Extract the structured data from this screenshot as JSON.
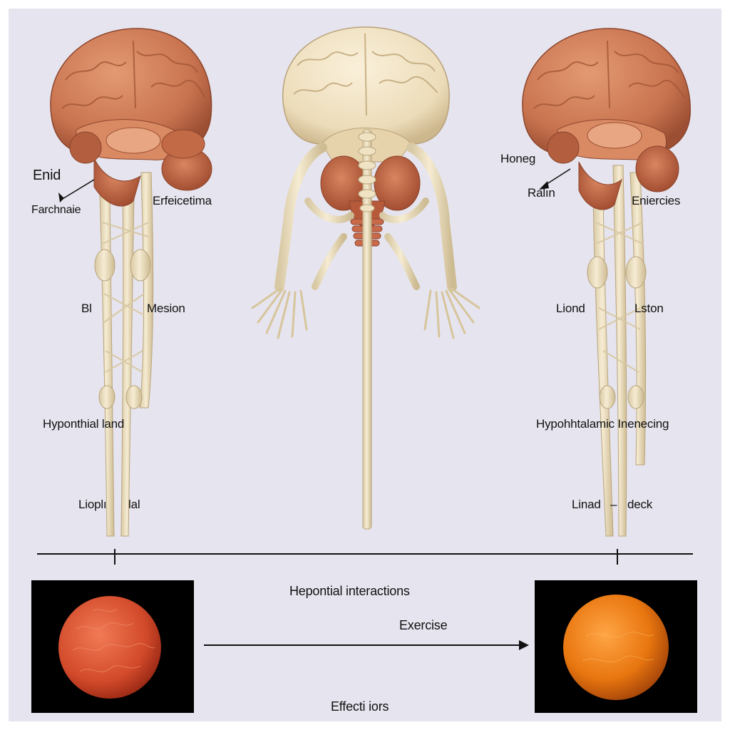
{
  "diagram": {
    "left_labels": {
      "enid": "Enid",
      "farchnaie": "Farchnaie",
      "erfeicetima": "Erfeicetima",
      "bl": "Bl",
      "mesion": "Mesion",
      "hypothial_land": "Hyponthial  land",
      "liopl": "Lioplı",
      "lal": "lal"
    },
    "right_labels": {
      "honeg": "Honeg",
      "ralin": "Ralın",
      "eniercies": "Eniercies",
      "liond": "Liond",
      "lston": "Lston",
      "hypohthalamic": "Hypohhtalamic  Inenecing",
      "linad": "Linad",
      "deck": "deck"
    },
    "bottom": {
      "heading": "Hepontial interactions",
      "arrow_label": "Exercise",
      "footer": "Effecti iors"
    },
    "colors": {
      "background": "#e6e4ee",
      "brain": "#c8734f",
      "brain_pale": "#ecdcb9",
      "bone": "#efe3c4",
      "muscle": "#b75a3c",
      "sphere_left": "#d9512f",
      "sphere_right": "#e8760f",
      "panel": "#000000"
    }
  }
}
